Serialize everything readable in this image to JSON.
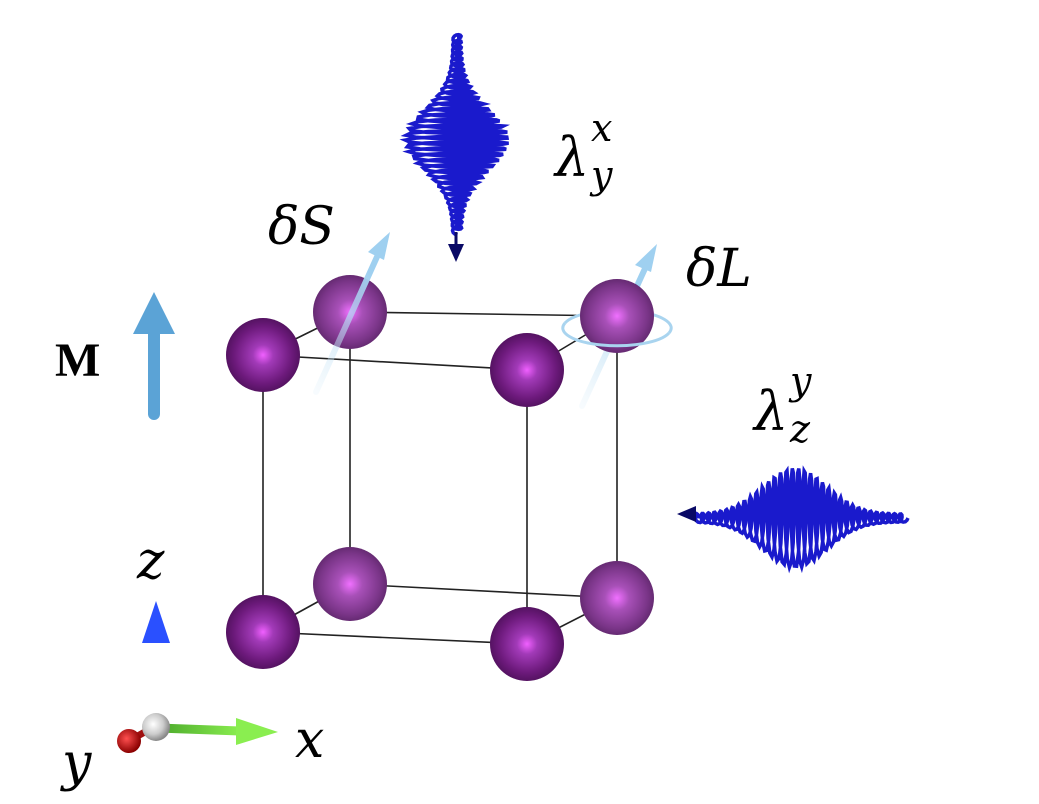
{
  "labels": {
    "magnetization": "M",
    "spin_base": "δS",
    "orbital_base": "δL",
    "lambda_top_base": "λ",
    "lambda_top_sup": "x",
    "lambda_top_sub": "y",
    "lambda_side_base": "λ",
    "lambda_side_sup": "y",
    "lambda_side_sub": "z",
    "axis_x": "x",
    "axis_y": "y",
    "axis_z": "z"
  },
  "colors": {
    "atom": "#7a1a86",
    "atom_highlight": "#e040f0",
    "frame_line": "#222222",
    "wave": "#1a1acc",
    "wave_dark": "#0a0a66",
    "moment_arrow": "#a9d4ef",
    "magnetization_arrow": "#5ba3d6",
    "axis_z_color": "#1030d8",
    "axis_x_color": "#6cd43a",
    "axis_y_color": "#c01010"
  },
  "icons": {
    "atom": "sphere-icon",
    "wave_packet": "helical-wave-icon",
    "axis_origin": "white-sphere-icon"
  }
}
